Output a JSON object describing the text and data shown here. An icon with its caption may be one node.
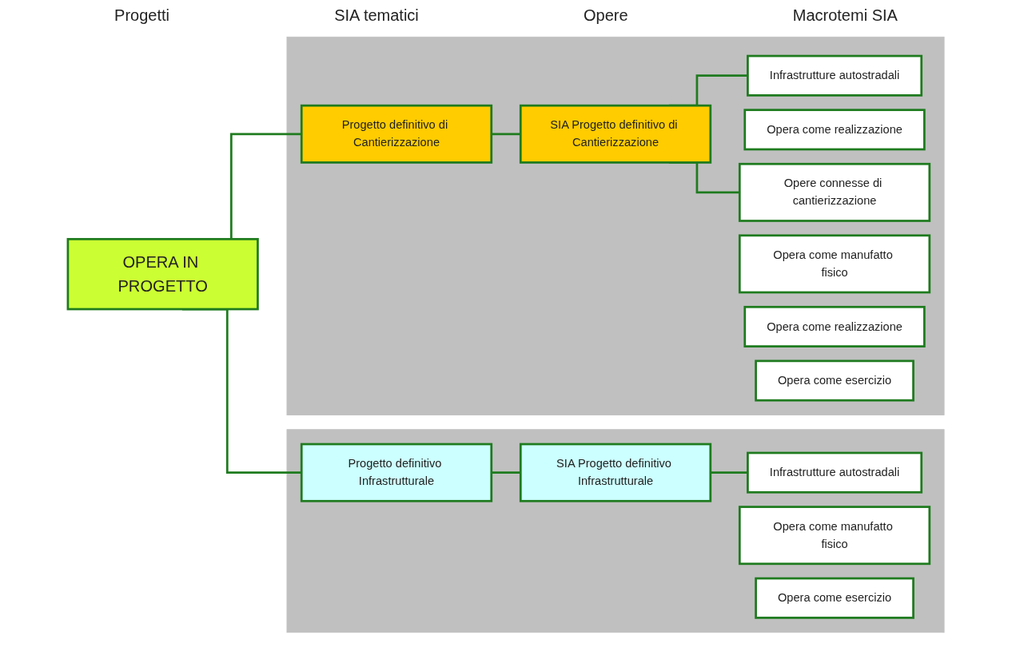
{
  "diagram": {
    "nodes": [
      {
        "text": [
          "OPERA IN PROGETTO"
        ]
      },
      {
        "text": [],
        "shape": "band"
      },
      {
        "text": [
          "Progetto definitivo Infrastrutturale"
        ],
        "in": 1
      },
      {
        "text": [
          "SIA Progetto definitivo Infrastrutturale"
        ],
        "in": 1
      },
      {
        "text": [
          "Infrastrutture autostradali"
        ],
        "in": 1
      },
      {
        "text": [
          "Opera come manufatto fisico"
        ],
        "in": 1
      },
      {
        "text": [
          "Opera come esercizio"
        ],
        "in": 1
      },
      {
        "text": [],
        "shape": "band"
      },
      {
        "text": [
          "Progetto definitivo di Cantierizzazione"
        ],
        "in": 7
      },
      {
        "text": [
          "SIA Progetto definitivo di Cantierizzazione"
        ],
        "in": 7
      },
      {
        "text": [
          "Infrastrutture autostradali"
        ],
        "in": 7
      },
      {
        "text": [
          "Opera come realizzazione"
        ],
        "in": 7
      },
      {
        "text": [
          "Opere connesse di cantierizzazione"
        ],
        "in": 7
      },
      {
        "text": [
          "Opera come manufatto fisico"
        ],
        "in": 7
      },
      {
        "text": [
          "Opera come realizzazione"
        ],
        "in": 7
      },
      {
        "text": [
          "Opera come esercizio"
        ],
        "in": 7
      }
    ],
    "edges": [
      {
        "from": 0,
        "to": 2,
        "arrow": "none"
      },
      {
        "from": 0,
        "to": 8,
        "arrow": "none"
      },
      {
        "from": 2,
        "to": 3,
        "arrow": "none"
      },
      {
        "from": 3,
        "to": 4,
        "arrow": "none"
      },
      {
        "from": 8,
        "to": 9,
        "arrow": "none"
      },
      {
        "from": 9,
        "to": 10,
        "arrow": "none"
      },
      {
        "from": 9,
        "to": 12,
        "arrow": "none"
      }
    ],
    "labels": [
      "Progetti",
      "SIA tematici",
      "Opere",
      "Macrotemi SIA"
    ]
  }
}
